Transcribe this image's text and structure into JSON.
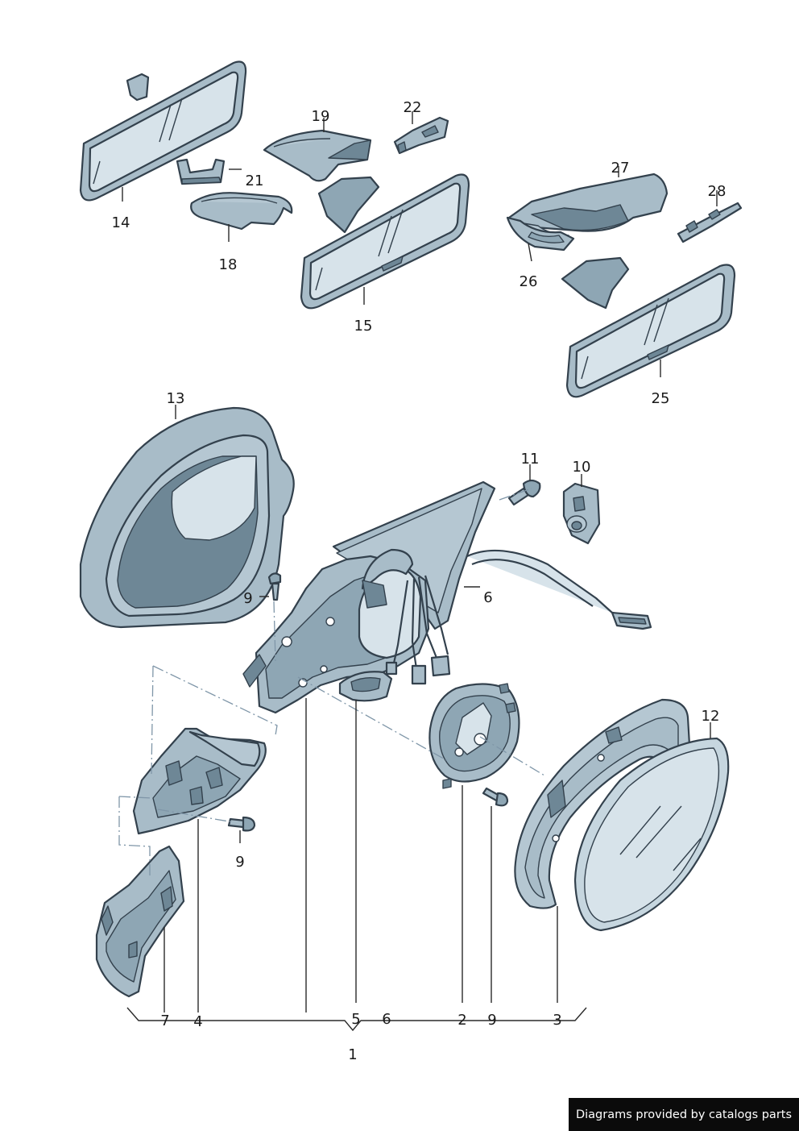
{
  "callouts": {
    "c1": "1",
    "c2": "2",
    "c3": "3",
    "c4": "4",
    "c5": "5",
    "c6a": "6",
    "c6b": "6",
    "c7": "7",
    "c9a": "9",
    "c9b": "9",
    "c9c": "9",
    "c10": "10",
    "c11": "11",
    "c12": "12",
    "c13": "13",
    "c14": "14",
    "c15": "15",
    "c18": "18",
    "c19": "19",
    "c21": "21",
    "c22": "22",
    "c25": "25",
    "c26": "26",
    "c27": "27",
    "c28": "28"
  },
  "credit": "Diagrams provided by catalogs parts",
  "colors": {
    "outline": "#33414d",
    "glass": "#d7e3ea",
    "body": "#a8bcc8",
    "shadow": "#6e8796",
    "axis": "#7f96a8",
    "credit_bg": "#0b0b0b"
  }
}
